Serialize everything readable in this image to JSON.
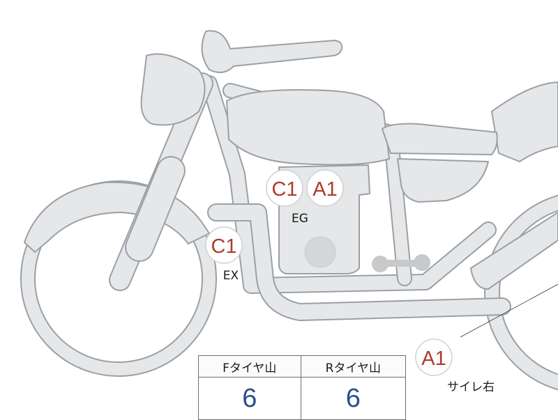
{
  "markers": {
    "engine_c": {
      "code": "C1"
    },
    "engine_a": {
      "code": "A1"
    },
    "engine_label": "EG",
    "exhaust_c": {
      "code": "C1"
    },
    "exhaust_label": "EX",
    "silencer_a": {
      "code": "A1"
    },
    "silencer_label": "サイレ右"
  },
  "tread_table": {
    "front_header": "Fタイヤ山",
    "rear_header": "Rタイヤ山",
    "front_value": "6",
    "rear_value": "6"
  },
  "colors": {
    "badge_text": "#b03a2e",
    "table_value": "#2c4f8f",
    "body_fill": "#e6e7e8",
    "outline": "#9aa0a6"
  }
}
